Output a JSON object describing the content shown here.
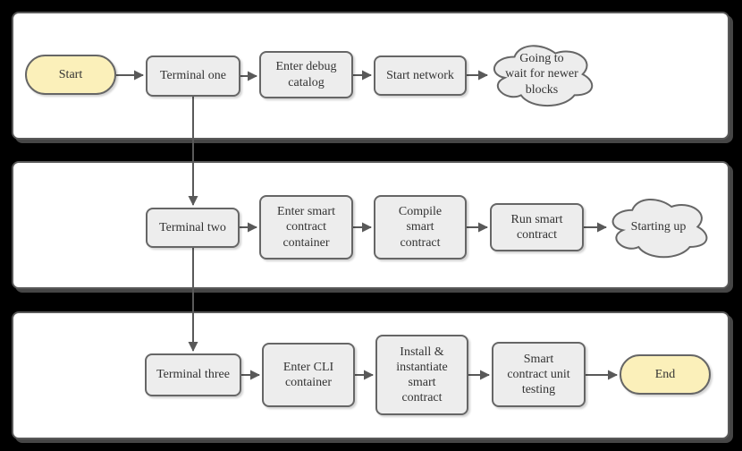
{
  "diagram": {
    "type": "flowchart",
    "colors": {
      "background": "#000000",
      "lane_fill": "#ffffff",
      "lane_border": "#595959",
      "process_fill": "#ededed",
      "process_border": "#666666",
      "terminator_fill": "#fbf0ba",
      "cloud_fill": "#ededed",
      "connector": "#595959",
      "text": "#333333"
    },
    "lanes": [
      {
        "nodes": [
          {
            "id": "start",
            "type": "terminator",
            "label": "Start"
          },
          {
            "id": "terminal-one",
            "type": "process",
            "label": "Terminal one"
          },
          {
            "id": "enter-debug-catalog",
            "type": "process",
            "label": "Enter debug\ncatalog"
          },
          {
            "id": "start-network",
            "type": "process",
            "label": "Start network"
          },
          {
            "id": "going-to-wait",
            "type": "cloud",
            "label": "Going to\nwait for newer\nblocks"
          }
        ]
      },
      {
        "nodes": [
          {
            "id": "terminal-two",
            "type": "process",
            "label": "Terminal two"
          },
          {
            "id": "enter-smart-contract-container",
            "type": "process",
            "label": "Enter smart\ncontract\ncontainer"
          },
          {
            "id": "compile-smart-contract",
            "type": "process",
            "label": "Compile\nsmart\ncontract"
          },
          {
            "id": "run-smart-contract",
            "type": "process",
            "label": "Run smart\ncontract"
          },
          {
            "id": "starting-up",
            "type": "cloud",
            "label": "Starting up"
          }
        ]
      },
      {
        "nodes": [
          {
            "id": "terminal-three",
            "type": "process",
            "label": "Terminal three"
          },
          {
            "id": "enter-cli-container",
            "type": "process",
            "label": "Enter CLI\ncontainer"
          },
          {
            "id": "install-instantiate-smart-contract",
            "type": "process",
            "label": "Install &\ninstantiate\nsmart\ncontract"
          },
          {
            "id": "smart-contract-unit-testing",
            "type": "process",
            "label": "Smart\ncontract unit\ntesting"
          },
          {
            "id": "end",
            "type": "terminator",
            "label": "End"
          }
        ]
      }
    ],
    "edges": [
      {
        "from": "start",
        "to": "terminal-one"
      },
      {
        "from": "terminal-one",
        "to": "enter-debug-catalog"
      },
      {
        "from": "enter-debug-catalog",
        "to": "start-network"
      },
      {
        "from": "start-network",
        "to": "going-to-wait"
      },
      {
        "from": "terminal-one",
        "to": "terminal-two"
      },
      {
        "from": "terminal-two",
        "to": "enter-smart-contract-container"
      },
      {
        "from": "enter-smart-contract-container",
        "to": "compile-smart-contract"
      },
      {
        "from": "compile-smart-contract",
        "to": "run-smart-contract"
      },
      {
        "from": "run-smart-contract",
        "to": "starting-up"
      },
      {
        "from": "terminal-two",
        "to": "terminal-three"
      },
      {
        "from": "terminal-three",
        "to": "enter-cli-container"
      },
      {
        "from": "enter-cli-container",
        "to": "install-instantiate-smart-contract"
      },
      {
        "from": "install-instantiate-smart-contract",
        "to": "smart-contract-unit-testing"
      },
      {
        "from": "smart-contract-unit-testing",
        "to": "end"
      }
    ]
  }
}
